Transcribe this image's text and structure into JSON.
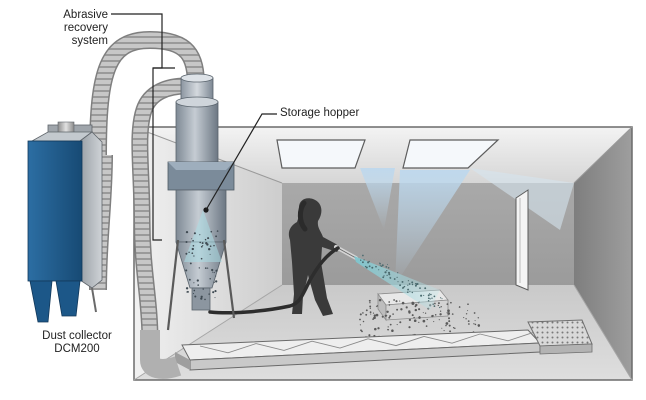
{
  "labels": {
    "abrasive_recovery": [
      "Abrasive",
      "recovery",
      "system"
    ],
    "storage_hopper": "Storage hopper",
    "dust_collector": [
      "Dust collector",
      "DCM200"
    ]
  },
  "colors": {
    "dust_collector_blue": "#1f5f91",
    "room_wall_light": "#e4e4e4",
    "room_wall_mid": "#bdbdbd",
    "room_wall_dark": "#8a8a8a",
    "floor": "#d0d0d0",
    "hopper_body": "#9aa3ad",
    "hopper_band": "#6f7c89",
    "light_glow": "#cfe3f3",
    "spray": "#9ccfd8",
    "duct": "#b9b9b9",
    "leader_line": "#222222"
  }
}
